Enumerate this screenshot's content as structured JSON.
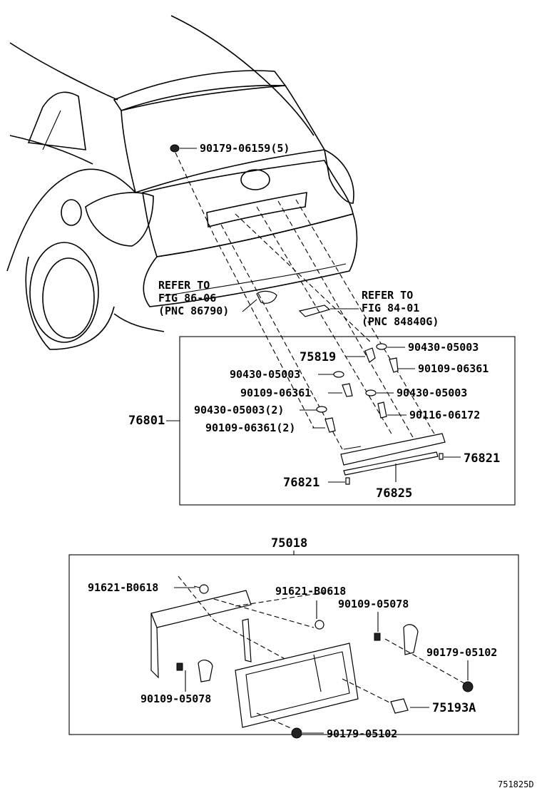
{
  "diagram_id": "751825D",
  "top_callouts": {
    "p90179_06159": "90179-06159(5)",
    "refer_left": [
      "REFER TO",
      "FIG 86-06",
      "(PNC 86790)"
    ],
    "refer_right": [
      "REFER TO",
      "FIG 84-01",
      "(PNC 84840G)"
    ]
  },
  "group_76801": {
    "assembly": "76801",
    "parts": {
      "p75819": "75819",
      "p90430_a": "90430-05003",
      "p90109_a": "90109-06361",
      "p90430_left": "90430-05003",
      "p90109_left": "90109-06361",
      "p90430_mid": "90430-05003",
      "p90116": "90116-06172",
      "p90430_2": "90430-05003(2)",
      "p90109_2": "90109-06361(2)",
      "p76821_right": "76821",
      "p76821_left": "76821",
      "p76825": "76825"
    }
  },
  "group_75018": {
    "assembly": "75018",
    "parts": {
      "p91621_left": "91621-B0618",
      "p91621_mid": "91621-B0618",
      "p90109_right": "90109-05078",
      "p90179_right": "90179-05102",
      "p90109_left": "90109-05078",
      "p75193A": "75193A",
      "p90179_bottom": "90179-05102"
    }
  }
}
